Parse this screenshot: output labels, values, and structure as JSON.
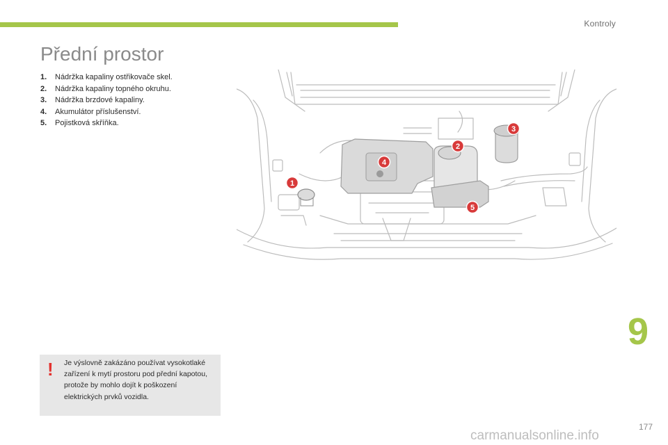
{
  "header": {
    "section": "Kontroly"
  },
  "title": "Přední prostor",
  "legend": [
    {
      "num": "1.",
      "text": "Nádržka kapaliny ostřikovače skel."
    },
    {
      "num": "2.",
      "text": "Nádržka kapaliny topného okruhu."
    },
    {
      "num": "3.",
      "text": "Nádržka brzdové kapaliny."
    },
    {
      "num": "4.",
      "text": "Akumulátor příslušenství."
    },
    {
      "num": "5.",
      "text": "Pojistková skříňka."
    }
  ],
  "figure": {
    "markers": [
      "1",
      "2",
      "3",
      "4",
      "5"
    ]
  },
  "chapter": "9",
  "warning": {
    "icon": "!",
    "text": "Je výslovně zakázáno používat vysokotlaké zařízení k mytí prostoru pod přední kapotou, protože by mohlo dojít k poškození elektrických prvků vozidla."
  },
  "page_number": "177",
  "watermark": "carmanualsonline.info",
  "colors": {
    "accent": "#a5c64a",
    "marker": "#d83a3a",
    "warning": "#e3322f"
  }
}
